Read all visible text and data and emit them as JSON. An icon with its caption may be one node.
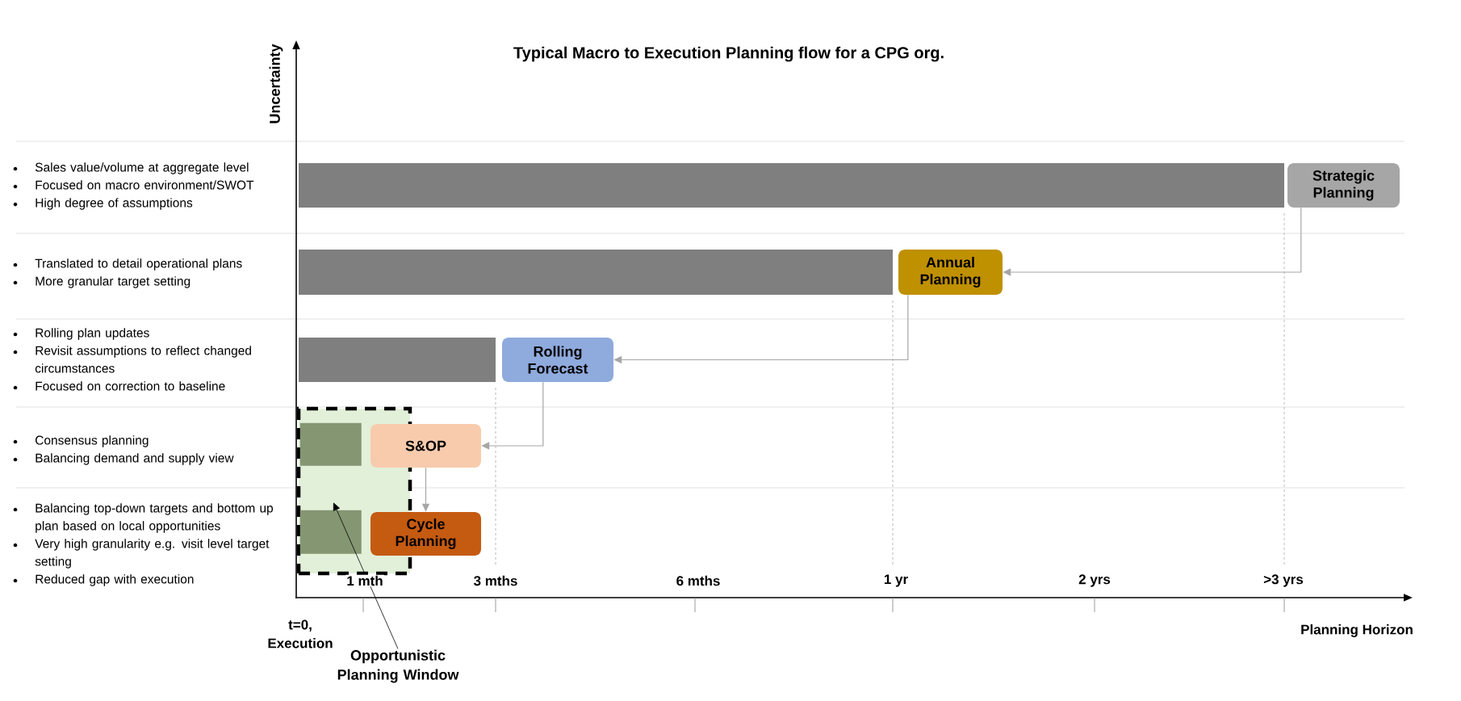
{
  "diagram": {
    "title": "Typical Macro to Execution Planning flow for a CPG org.",
    "nodes": [
      {
        "text": [],
        "shape": "bar"
      },
      {
        "text": [
          "Strategic Planning"
        ]
      },
      {
        "text": [],
        "shape": "bar"
      },
      {
        "text": [
          "Annual Planning"
        ]
      },
      {
        "text": [],
        "shape": "bar"
      },
      {
        "text": [
          "Rolling Forecast"
        ]
      },
      {
        "text": [],
        "shape": "box"
      },
      {
        "text": [],
        "shape": "bar",
        "in": 6
      },
      {
        "text": [
          "S&OP"
        ]
      },
      {
        "text": [],
        "shape": "bar",
        "in": 6
      },
      {
        "text": [
          "Cycle Planning"
        ]
      },
      {
        "text": [
          "Opportunistic Planning Window"
        ]
      }
    ],
    "edges": [
      {
        "from": 1,
        "to": 3,
        "arrow": "to"
      },
      {
        "from": 3,
        "to": 5,
        "arrow": "to"
      },
      {
        "from": 5,
        "to": 8,
        "arrow": "to"
      },
      {
        "from": 8,
        "to": 10,
        "arrow": "to"
      },
      {
        "from": 11,
        "to": 6,
        "arrow": "to",
        "color": "#000000"
      }
    ],
    "labels": [
      "Uncertainty",
      "Sales value/volume at aggregate level",
      "Focused on macro environment/SWOT",
      "High degree of assumptions",
      "Translated to detail operational plans",
      "More granular target setting",
      "Rolling plan updates",
      "Revisit assumptions to reflect changed circumstances",
      "Focused on correction to baseline",
      "Consensus planning",
      "Balancing demand and supply view",
      "Balancing top-down targets and bottom up plan based on local opportunities",
      "Very high granularity e.g. visit level target setting",
      "Reduced gap with execution",
      "1 mth",
      "3 mths",
      "6 mths",
      "1 yr",
      "2 yrs",
      ">3 yrs",
      "t=0, Execution",
      "Planning Horizon"
    ]
  }
}
